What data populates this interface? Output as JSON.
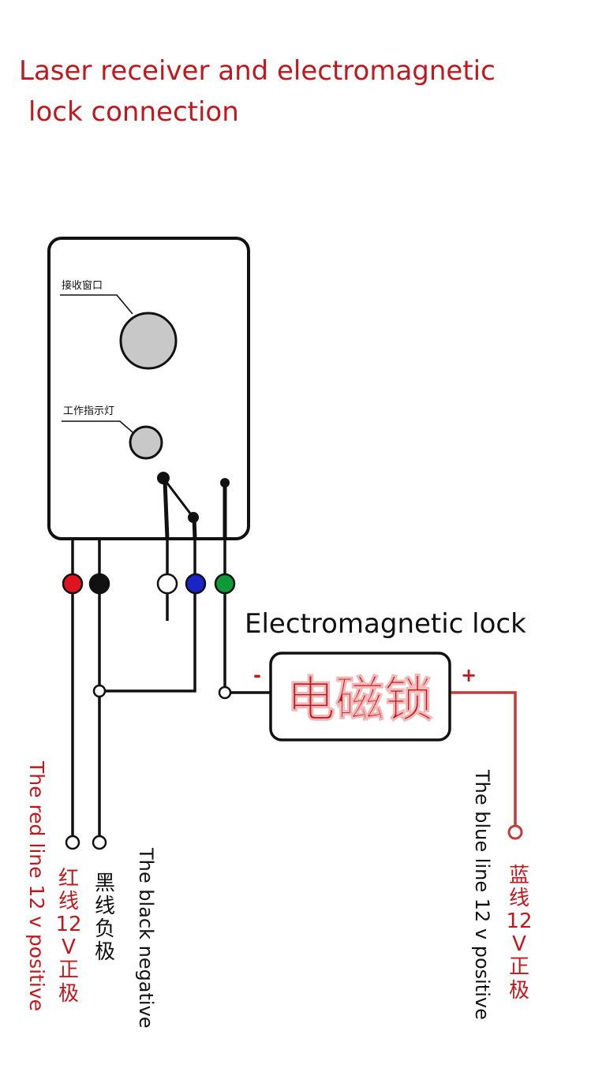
{
  "title": {
    "line1": "Laser receiver and electromagnetic",
    "line2": "lock connection"
  },
  "receiver": {
    "window_label": "接收窗口",
    "indicator_label": "工作指示灯"
  },
  "lock": {
    "heading": "Electromagnetic lock",
    "box_label": "电磁锁",
    "minus": "-",
    "plus": "+"
  },
  "wires": {
    "red_en": "The red line 12 v positive",
    "red_cn": [
      "红",
      "线",
      "12",
      "V",
      "正",
      "极"
    ],
    "black_en": "The black negative",
    "black_cn": [
      "黑",
      "线",
      "负",
      "极"
    ],
    "blue_en": "The blue line 12 v positive",
    "blue_cn": [
      "蓝",
      "线",
      "12",
      "V",
      "正",
      "极"
    ]
  },
  "colors": {
    "red_wire": "#e0141e",
    "black_wire": "#111111",
    "blue_wire": "#1a25c8",
    "green_wire": "#0f9a3a",
    "title_red": "#c0181d",
    "lock_wire": "#c23a3a"
  }
}
